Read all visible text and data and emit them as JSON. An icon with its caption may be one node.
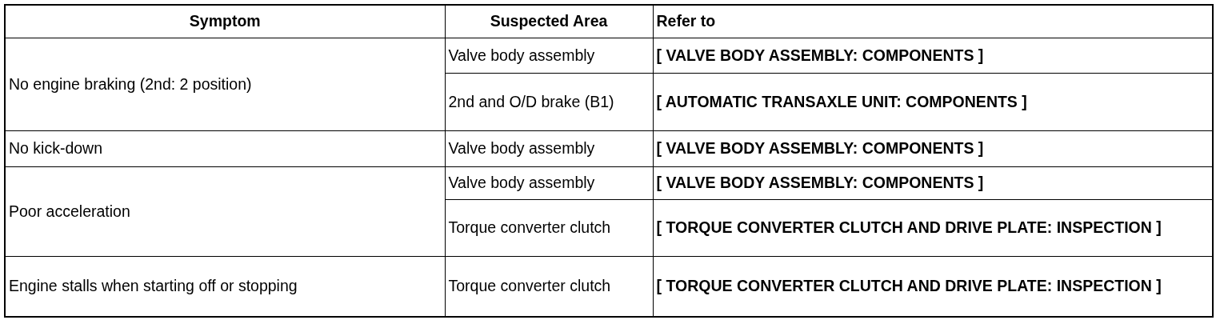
{
  "diagram": {
    "labels": [
      "Symptom",
      "Suspected Area",
      "Refer to",
      "No engine braking (2nd: 2 position)",
      "Valve body assembly",
      "[ VALVE BODY ASSEMBLY: COMPONENTS ]",
      "2nd and O/D brake (B1)",
      "[ AUTOMATIC TRANSAXLE UNIT: COMPONENTS ]",
      "No kick-down",
      "Valve body assembly",
      "[ VALVE BODY ASSEMBLY: COMPONENTS ]",
      "Poor acceleration",
      "Valve body assembly",
      "[ VALVE BODY ASSEMBLY: COMPONENTS ]",
      "Torque converter clutch",
      "[ TORQUE CONVERTER CLUTCH AND DRIVE PLATE: INSPECTION ]",
      "Engine stalls when starting off or stopping",
      "Torque converter clutch",
      "[ TORQUE CONVERTER CLUTCH AND DRIVE PLATE: INSPECTION ]"
    ]
  }
}
